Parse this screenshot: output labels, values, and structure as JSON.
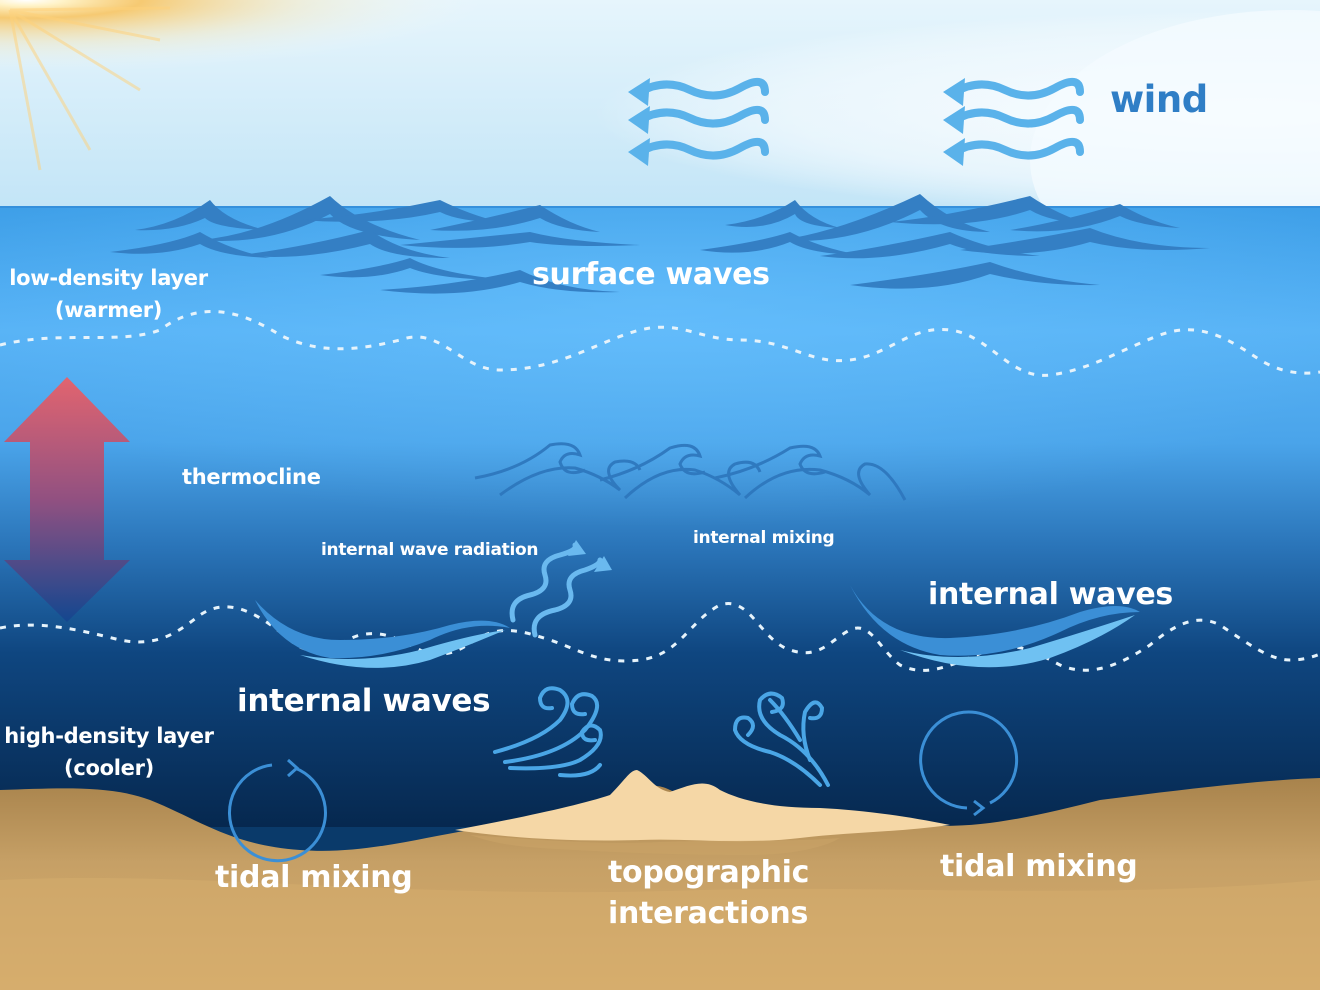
{
  "title": "Ocean mixing processes diagram",
  "colors": {
    "sky_top": "#dff2fb",
    "sky_horizon": "#c4e6f7",
    "sun": "#f7b540",
    "water_surface": "#3fa2ec",
    "water_mid": "#5bb6f7",
    "water_deep": "#0d3c6e",
    "water_bottom": "#072b55",
    "wave_dark": "#2f7ec6",
    "wind_arrow": "#5bb2ea",
    "wind_text": "#2f7ec6",
    "internal_wave_light": "#6fc1f2",
    "internal_wave_mid": "#3b8fd6",
    "eddy": "#4aa6e6",
    "seabed_light": "#f5d7a6",
    "seabed": "#c9a467",
    "seabed_dark": "#b08a52",
    "arrow_warm": "#ee5a62",
    "arrow_cool": "#1f4f9a",
    "label": "#ffffff",
    "dotted_line": "#e6f3fb"
  },
  "labels": {
    "wind": "wind",
    "surface_waves": "surface waves",
    "low_density_line1": "low-density layer",
    "low_density_line2": "(warmer)",
    "thermocline": "thermocline",
    "internal_wave_radiation": "internal wave radiation",
    "internal_mixing": "internal mixing",
    "internal_waves_right": "internal waves",
    "internal_waves_left": "internal waves",
    "high_density_line1": "high-density layer",
    "high_density_line2": "(cooler)",
    "tidal_mixing_left": "tidal mixing",
    "topographic_line1": "topographic",
    "topographic_line2": "interactions",
    "tidal_mixing_right": "tidal mixing"
  },
  "icons": {
    "sun": "sun-icon",
    "wind_left": "wind-arrows-icon",
    "wind_right": "wind-arrows-icon",
    "surface_waves_left": "waves-icon",
    "surface_waves_right": "waves-icon",
    "temperature_arrow": "double-arrow-icon",
    "internal_mixing_waves": "curl-waves-icon",
    "radiation_arrows": "squiggle-arrows-icon",
    "eddies": "swirl-icon",
    "tidal_circles": "circular-arrow-icon"
  }
}
